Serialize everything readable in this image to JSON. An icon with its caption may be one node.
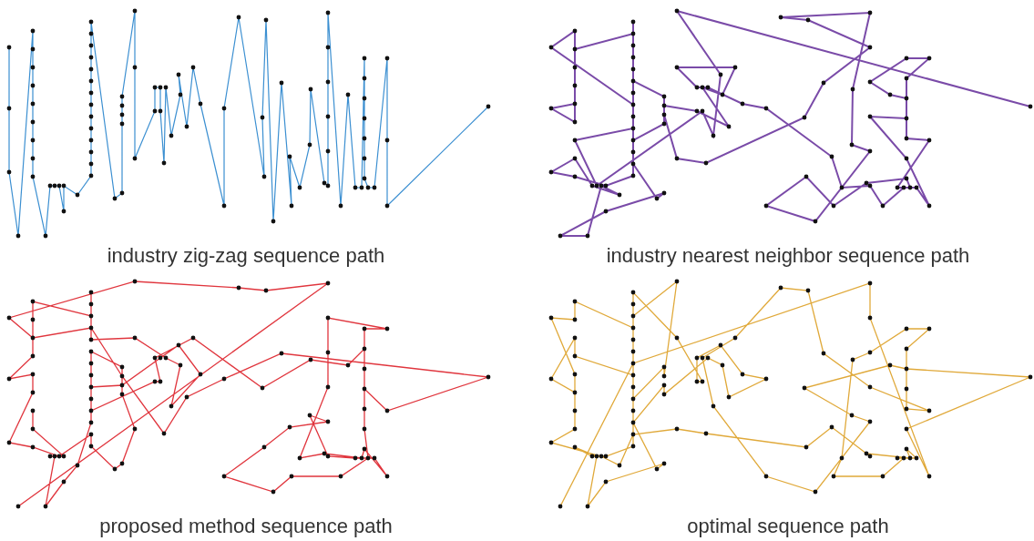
{
  "diagram": {
    "labels": [
      "industry zig-zag sequence path",
      "industry nearest neighbor sequence path",
      "proposed method sequence path",
      "optimal sequence path"
    ]
  }
}
